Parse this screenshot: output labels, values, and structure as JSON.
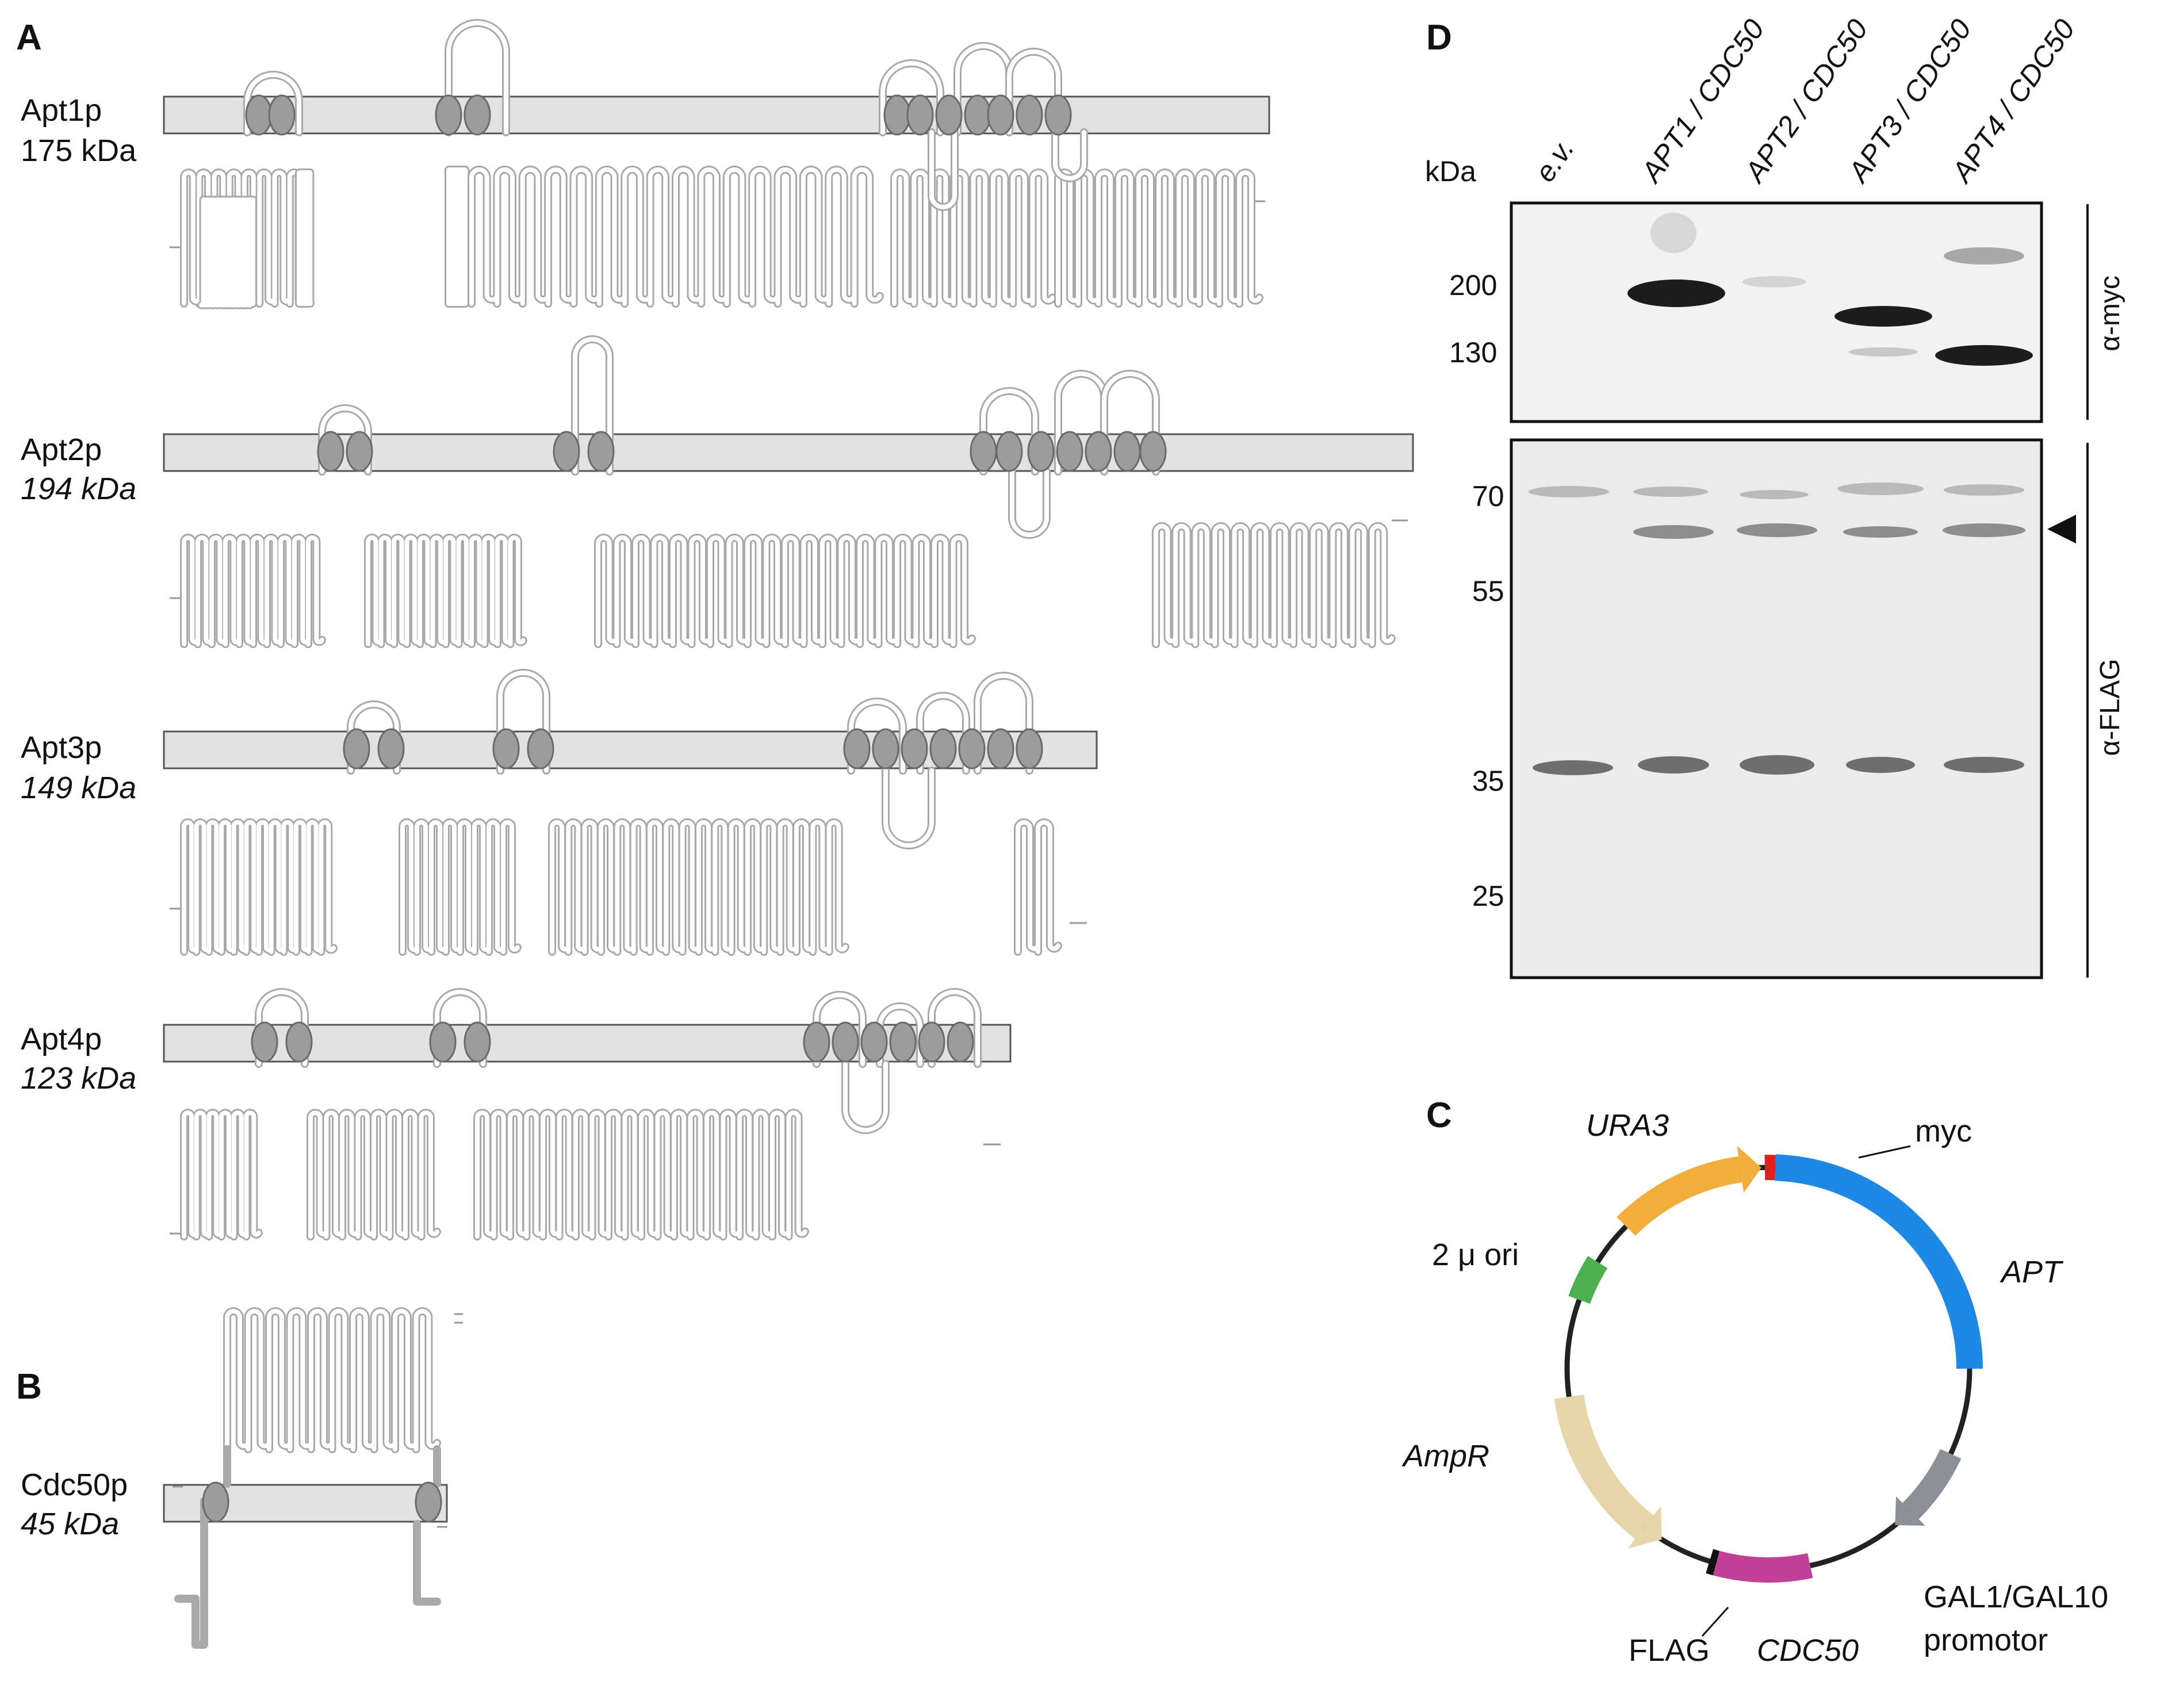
{
  "panels": {
    "a_letter": "A",
    "b_letter": "B",
    "c_letter": "C",
    "d_letter": "D"
  },
  "proteins": [
    {
      "name": "Apt1p",
      "mass": "175 kDa",
      "mass_italic": false
    },
    {
      "name": "Apt2p",
      "mass": "194 kDa",
      "mass_italic": true
    },
    {
      "name": "Apt3p",
      "mass": "149 kDa",
      "mass_italic": true
    },
    {
      "name": "Apt4p",
      "mass": "123 kDa",
      "mass_italic": true
    },
    {
      "name": "Cdc50p",
      "mass": "45 kDa",
      "mass_italic": true
    }
  ],
  "blot": {
    "kda_label": "kDa",
    "lanes": [
      "e.v.",
      "APT1 / CDC50",
      "APT2 / CDC50",
      "APT3 / CDC50",
      "APT4 / CDC50"
    ],
    "top_markers": [
      "200",
      "130"
    ],
    "bottom_markers": [
      "70",
      "55",
      "35",
      "25"
    ],
    "top_antibody": "α-myc",
    "bottom_antibody": "α-FLAG"
  },
  "plasmid": {
    "features": {
      "ura3": "URA3",
      "myc": "myc",
      "apt": "APT",
      "ori": "2 μ ori",
      "ampr": "AmpR",
      "promoter_1": "GAL1/GAL10",
      "promoter_2": "promotor",
      "flag": "FLAG",
      "cdc50": "CDC50"
    },
    "colors": {
      "ura3": "#F2AE3A",
      "myc": "#E41E1E",
      "apt": "#1E88E5",
      "ori": "#4CAF50",
      "ampr": "#E6D5A8",
      "promoter": "#8C9096",
      "flag": "#111111",
      "cdc50": "#C2409A"
    }
  }
}
